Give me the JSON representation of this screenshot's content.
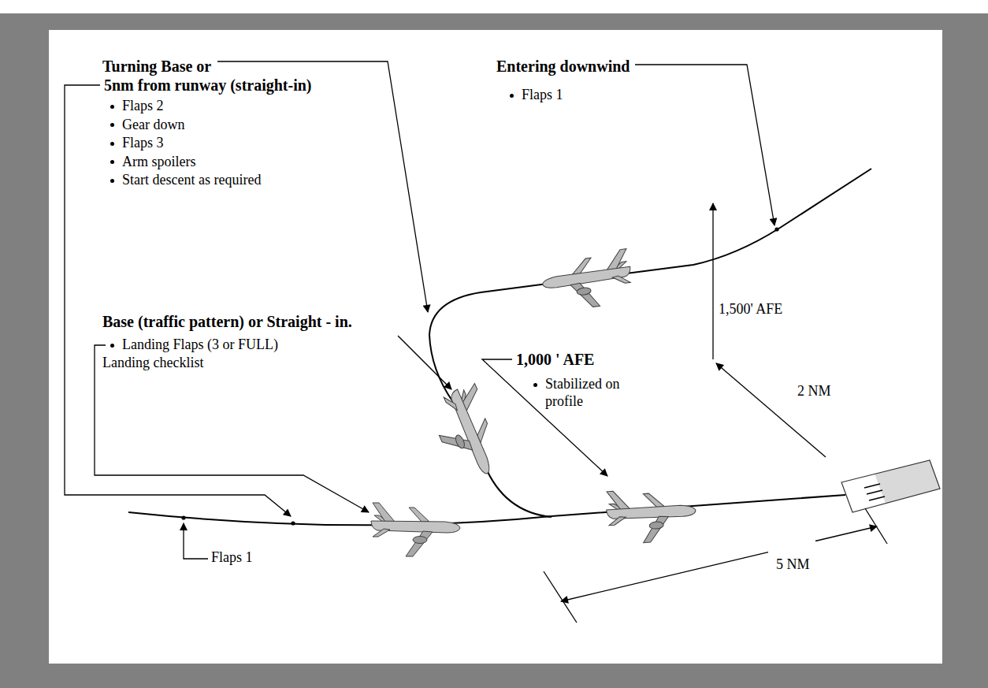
{
  "diagram": {
    "labels": [
      "Turning Base or",
      "5nm from runway (straight-in)",
      "Flaps 2",
      "Gear down",
      "Flaps 3",
      "Arm spoilers",
      "Start descent as required",
      "Entering downwind",
      "Flaps 1",
      "Base (traffic pattern) or Straight - in.",
      "Landing Flaps (3 or FULL)",
      "Landing checklist",
      "1,000 ' AFE",
      "Stabilized on profile",
      "1,500' AFE",
      "2 NM",
      "Flaps 1",
      "5 NM"
    ]
  }
}
